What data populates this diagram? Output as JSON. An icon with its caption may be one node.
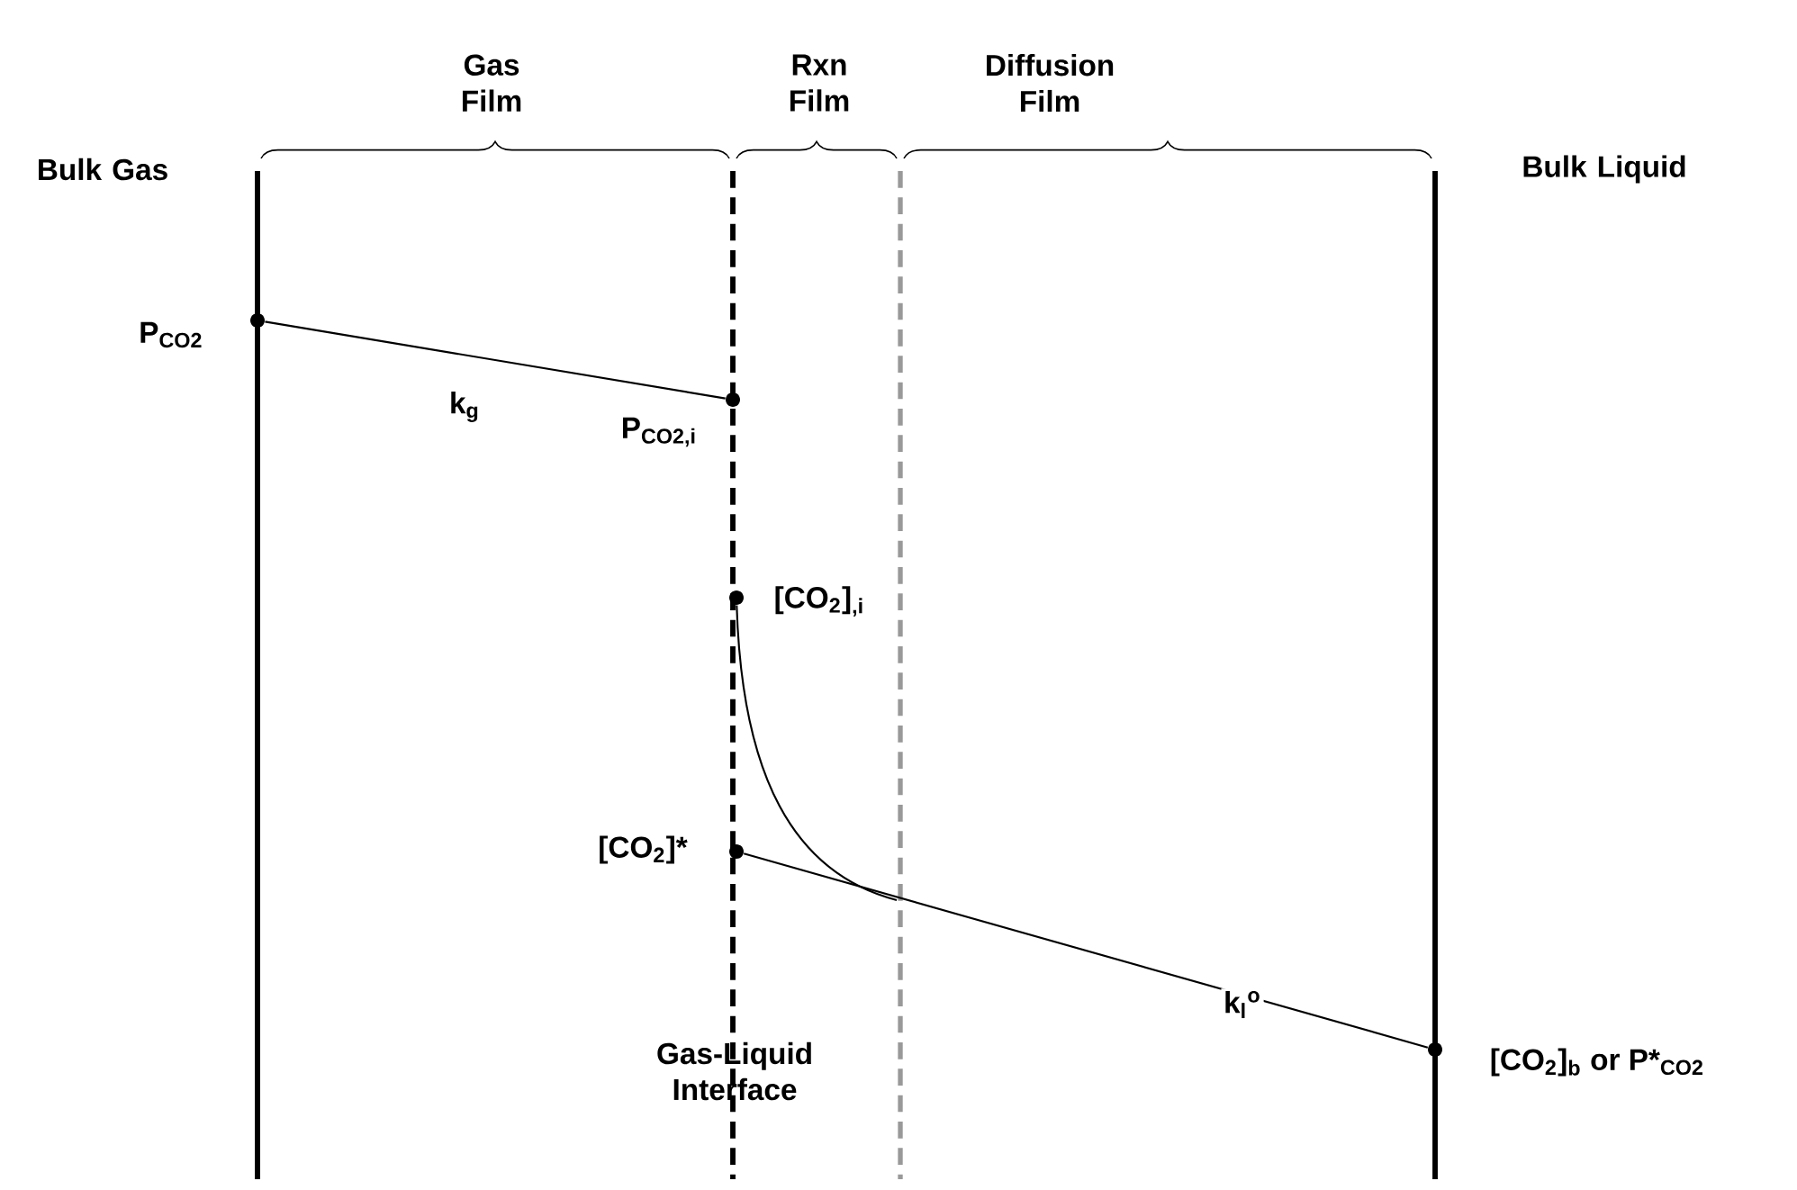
{
  "diagram": {
    "nodes": [
      {
        "text": [
          "P$_{CO2}$"
        ]
      },
      {
        "text": [
          "P$_{CO2,i}$"
        ]
      },
      {
        "text": [
          "[CO$_{2}$]$_{,i}$"
        ]
      },
      {
        "text": [
          "[CO$_{2}$]*"
        ]
      },
      {
        "text": [
          "[CO$_{2}$]$_{b}$ or P*$_{CO2}$"
        ]
      }
    ],
    "edges": [
      {
        "from": 0,
        "to": 1,
        "arrow": "none",
        "label": "k$_{g}$"
      },
      {
        "from": 2,
        "to": null,
        "arrow": "none"
      },
      {
        "from": 3,
        "to": 4,
        "arrow": "none",
        "label": "k$_{l}$$^{o}$"
      }
    ],
    "labels": [
      "Gas Film",
      "Rxn Film",
      "Diffusion Film",
      "Bulk Gas",
      "Bulk Liquid",
      "Gas-Liquid Interface"
    ]
  }
}
